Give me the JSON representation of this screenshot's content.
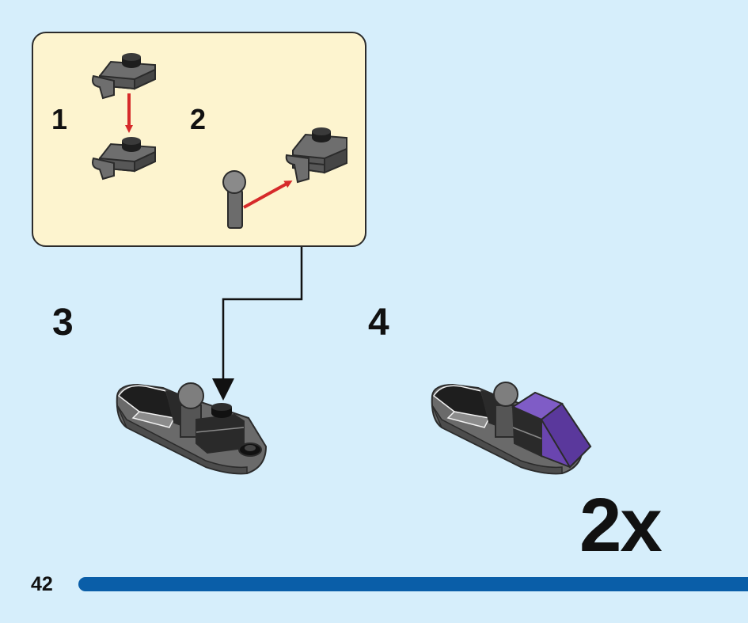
{
  "callout": {
    "substep_1": "1",
    "substep_2": "2"
  },
  "steps": [
    {
      "number": "3"
    },
    {
      "number": "4"
    }
  ],
  "multiplier": "2x",
  "page_number": "42",
  "colors": {
    "background": "#d6eefb",
    "callout_bg": "#fdf4cf",
    "dark_gray": "#5a5a5a",
    "black": "#1e1e1e",
    "purple": "#6a45b0",
    "red_arrow": "#d62a2a",
    "progress_bar": "#0a5ea8"
  }
}
